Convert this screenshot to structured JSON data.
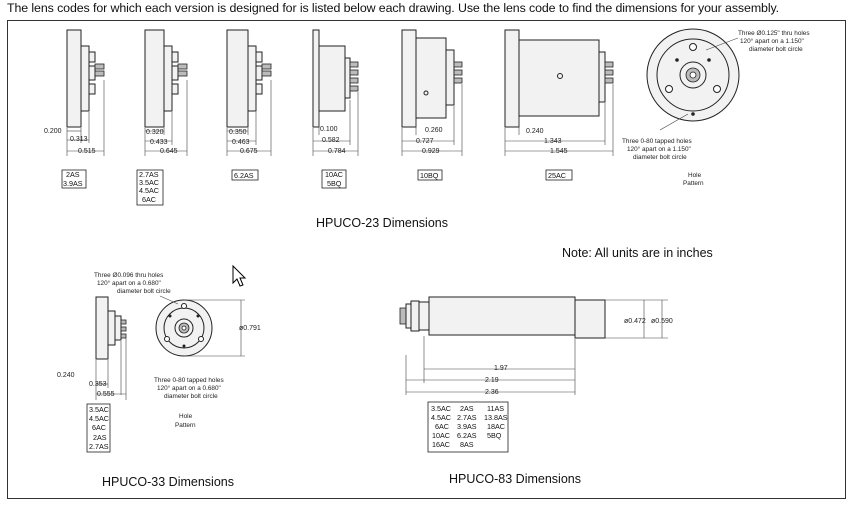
{
  "intro": "The lens codes for which each version is designed for is listed below each drawing. Use the lens code to find the dimensions for your assembly.",
  "hpuco23": {
    "title": "HPUCO-23 Dimensions",
    "variants": [
      {
        "dims": [
          "0.200",
          "0.313",
          "0.515"
        ],
        "codes": [
          "2AS",
          "3.9AS"
        ]
      },
      {
        "dims": [
          "0.320",
          "0.433",
          "0.645"
        ],
        "codes": [
          "2.7AS",
          "3.5AC",
          "4.5AC",
          "6AC"
        ]
      },
      {
        "dims": [
          "0.350",
          "0.463",
          "0.675"
        ],
        "codes": [
          "6.2AS"
        ]
      },
      {
        "dims": [
          "0.100",
          "0.582",
          "0.784"
        ],
        "codes": [
          "10AC",
          "5BQ"
        ]
      },
      {
        "dims": [
          "0.260",
          "0.727",
          "0.929"
        ],
        "codes": [
          "10BQ"
        ]
      },
      {
        "dims": [
          "0.240",
          "1.343",
          "1.545"
        ],
        "codes": [
          "25AC"
        ]
      }
    ],
    "hole_note_top": [
      "Three Ø0.125\" thru holes",
      "120° apart on a 1.150\"",
      "diameter bolt circle"
    ],
    "hole_note_bottom": [
      "Three 0-80 tapped holes",
      "120° apart on a 1.150\"",
      "diameter bolt circle"
    ],
    "hole_pattern": [
      "Hole",
      "Pattern"
    ]
  },
  "units_note": "Note: All units are in inches",
  "hpuco33": {
    "title": "HPUCO-33 Dimensions",
    "hole_note_top": [
      "Three Ø0.096 thru holes",
      "120° apart on a 0.680\"",
      "diameter bolt circle"
    ],
    "hole_note_bottom": [
      "Three 0-80 tapped holes",
      "120° apart on a 0.680\"",
      "diameter bolt circle"
    ],
    "dia": "ø0.791",
    "dims": [
      "0.240",
      "0.353",
      "0.555"
    ],
    "codes": [
      "3.5AC",
      "4.5AC",
      "6AC",
      "2AS",
      "2.7AS"
    ],
    "hole_pattern": [
      "Hole",
      "Pattern"
    ]
  },
  "hpuco83": {
    "title": "HPUCO-83 Dimensions",
    "dia_inner": "ø0.472",
    "dia_outer": "ø0.590",
    "dims": [
      "1.97",
      "2.19",
      "2.36"
    ],
    "code_rows": [
      [
        "3.5AC",
        "2AS",
        "11AS"
      ],
      [
        "4.5AC",
        "2.7AS",
        "13.8AS"
      ],
      [
        "6AC",
        "3.9AS",
        "18AC"
      ],
      [
        "10AC",
        "6.2AS",
        "5BQ"
      ],
      [
        "16AC",
        "8AS",
        ""
      ]
    ]
  }
}
